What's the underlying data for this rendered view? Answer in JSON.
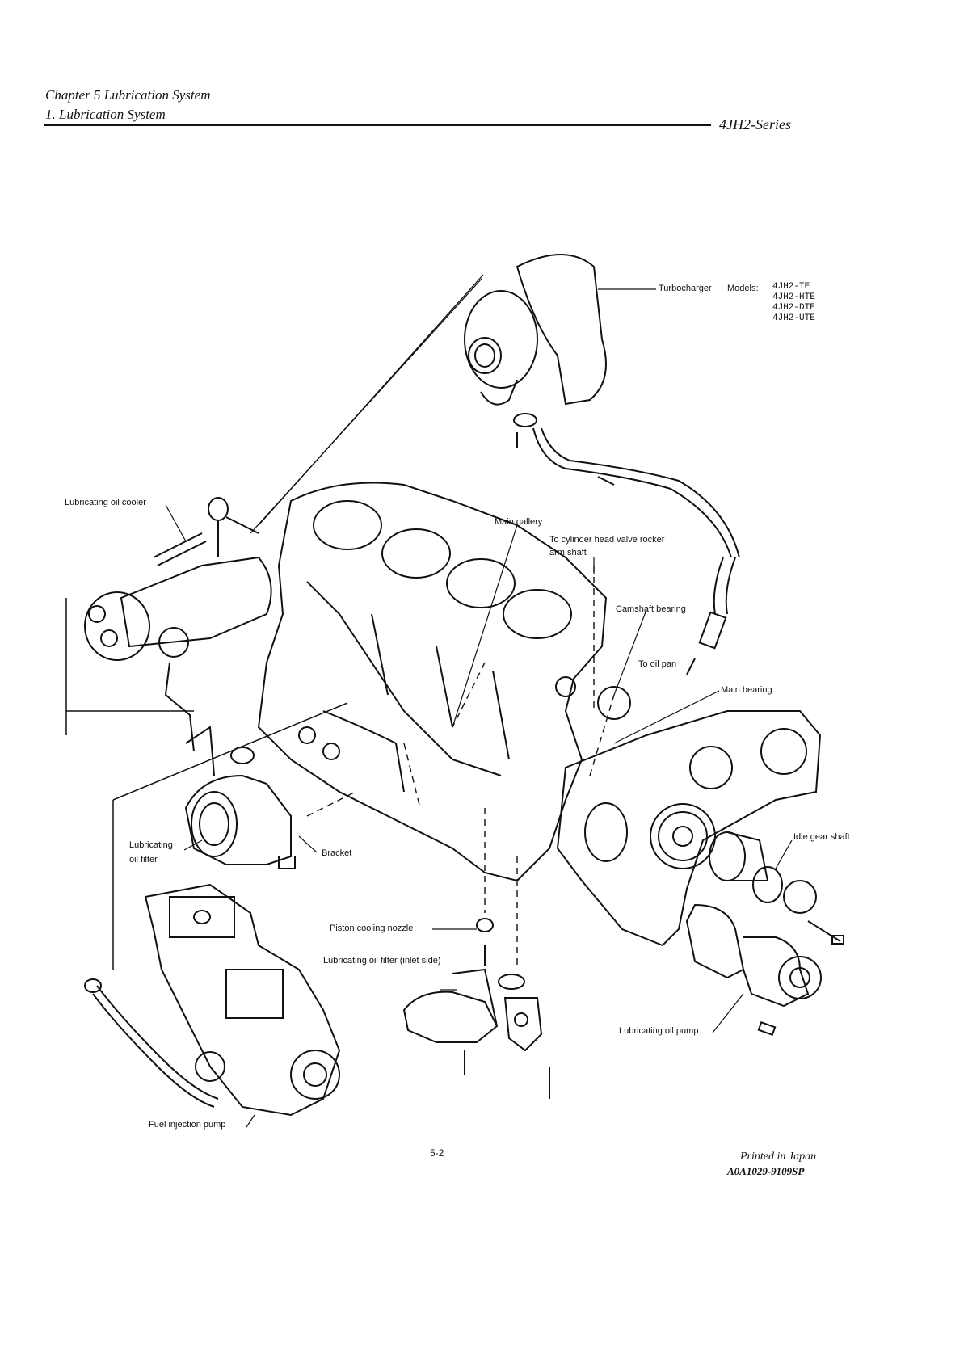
{
  "header": {
    "chapter": "Chapter 5 Lubrication System",
    "section": "1. Lubrication System",
    "series": "4JH2-Series"
  },
  "labels": {
    "turbocharger": "Turbocharger",
    "models_label": "Models:",
    "models": [
      "4JH2-TE",
      "4JH2-HTE",
      "4JH2-DTE",
      "4JH2-UTE"
    ],
    "oil_cooler": "Lubricating oil cooler",
    "main_gallery": "Main gallery",
    "to_cylinder_head_1": "To cylinder head valve rocker",
    "to_cylinder_head_2": "arm shaft",
    "camshaft_bearing": "Camshaft bearing",
    "to_oil_pan": "To oil pan",
    "main_bearing": "Main bearing",
    "idle_gear_shaft": "Idle gear shaft",
    "oil_filter_1": "Lubricating",
    "oil_filter_2": "oil filter",
    "bracket": "Bracket",
    "piston_nozzle": "Piston cooling nozzle",
    "filter_inlet": "Lubricating oil filter (inlet side)",
    "oil_pump": "Lubricating oil pump",
    "fuel_pump": "Fuel injection pump"
  },
  "footer": {
    "page_number": "5-2",
    "printed": "Printed in Japan",
    "doc_code": "A0A1029-9109SP"
  }
}
